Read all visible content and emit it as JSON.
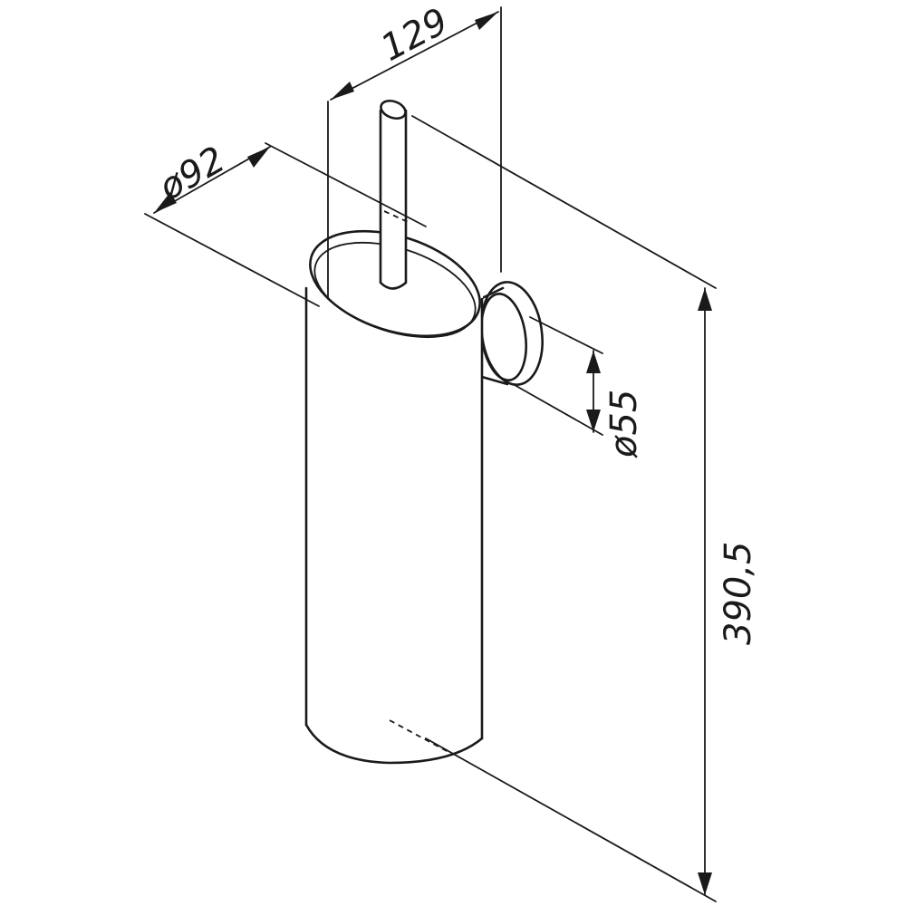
{
  "dimensions": {
    "depth": "129",
    "holder_diameter": "ø92",
    "wall_plate_diameter": "ø55",
    "height": "390,5"
  }
}
